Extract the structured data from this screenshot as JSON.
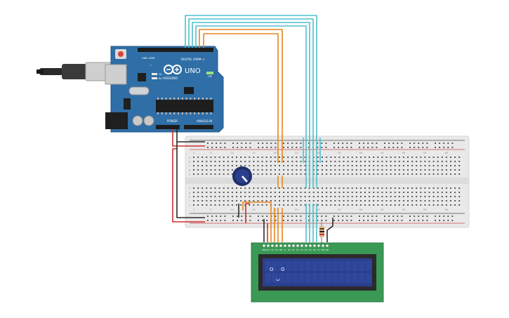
{
  "board": {
    "brand": "ARDUINO",
    "model": "UNO",
    "on_label": "ON",
    "digital_label": "DIGITAL (PWM~)",
    "power_label": "POWER",
    "analog_label": "ANALOG IN",
    "aref_label": "AREF",
    "gnd_label": "GND",
    "tx_label": "TX",
    "rx_label": "RX",
    "l_label": "L"
  },
  "breadboard": {
    "column_numbers": [
      "1",
      "5",
      "10",
      "15",
      "20",
      "25",
      "30",
      "35",
      "40",
      "45",
      "50",
      "55",
      "60"
    ],
    "row_letters": [
      "a",
      "b",
      "c",
      "d",
      "e",
      "f",
      "g",
      "h",
      "i",
      "j"
    ]
  },
  "lcd": {
    "pin_labels": [
      "GND",
      "VCC",
      "V0",
      "RS",
      "RW",
      "E",
      "D0",
      "D1",
      "D2",
      "D3",
      "D4",
      "D5",
      "D6",
      "D7",
      "LED",
      "LED"
    ],
    "screen_chars": [
      "o",
      "o",
      "ᴗ"
    ]
  },
  "colors": {
    "board": "#2f6ea6",
    "breadboard": "#e9e9e9",
    "wire_teal": "#4fc0cc",
    "wire_orange": "#e8861c",
    "wire_red": "#d12e2e",
    "wire_black": "#2a2a2a",
    "lcd_pcb": "#3a9a55",
    "lcd_screen": "#2b3f8f"
  }
}
